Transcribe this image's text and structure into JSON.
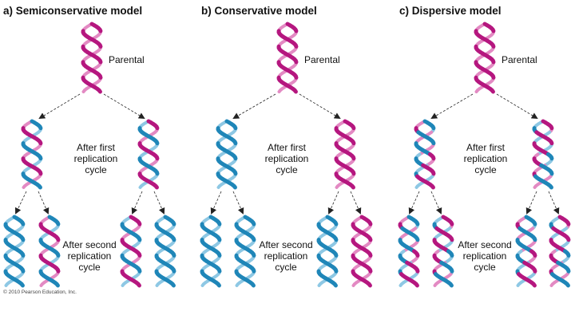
{
  "colors": {
    "parental_magenta": "#b5177f",
    "parental_light": "#e38ac3",
    "new_blue": "#1f86b8",
    "new_light": "#8ec8e4",
    "arrow": "#222222"
  },
  "panels": [
    {
      "title": "a) Semiconservative model",
      "parental_label": "Parental",
      "first_label": [
        "After first",
        "replication",
        "cycle"
      ],
      "second_label": [
        "After second",
        "replication",
        "cycle"
      ],
      "gen1": [
        {
          "strand_a": "new",
          "strand_b": "parental"
        },
        {
          "strand_a": "parental",
          "strand_b": "new"
        }
      ],
      "gen2": [
        {
          "strand_a": "new",
          "strand_b": "new"
        },
        {
          "strand_a": "new",
          "strand_b": "parental"
        },
        {
          "strand_a": "parental",
          "strand_b": "new"
        },
        {
          "strand_a": "new",
          "strand_b": "new"
        }
      ]
    },
    {
      "title": "b) Conservative model",
      "parental_label": "Parental",
      "first_label": [
        "After first",
        "replication",
        "cycle"
      ],
      "second_label": [
        "After second",
        "replication",
        "cycle"
      ],
      "gen1": [
        {
          "strand_a": "new",
          "strand_b": "new"
        },
        {
          "strand_a": "parental",
          "strand_b": "parental"
        }
      ],
      "gen2": [
        {
          "strand_a": "new",
          "strand_b": "new"
        },
        {
          "strand_a": "new",
          "strand_b": "new"
        },
        {
          "strand_a": "new",
          "strand_b": "new"
        },
        {
          "strand_a": "parental",
          "strand_b": "parental"
        }
      ]
    },
    {
      "title": "c) Dispersive model",
      "parental_label": "Parental",
      "first_label": [
        "After first",
        "replication",
        "cycle"
      ],
      "second_label": [
        "After second",
        "replication",
        "cycle"
      ],
      "gen1": [
        {
          "strand_a": "mixed",
          "strand_b": "mixed"
        },
        {
          "strand_a": "mixed",
          "strand_b": "mixed"
        }
      ],
      "gen2": [
        {
          "strand_a": "mixed",
          "strand_b": "mixed"
        },
        {
          "strand_a": "mixed",
          "strand_b": "mixed"
        },
        {
          "strand_a": "mixed",
          "strand_b": "mixed"
        },
        {
          "strand_a": "mixed",
          "strand_b": "mixed"
        }
      ]
    }
  ],
  "copyright": "© 2010 Pearson Education, Inc."
}
